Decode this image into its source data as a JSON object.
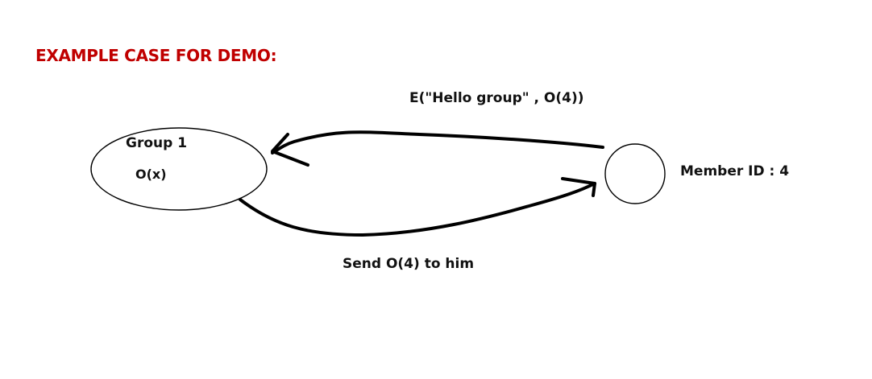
{
  "colors": {
    "title": "#c00000",
    "stroke": "#000000",
    "text": "#111111"
  },
  "title": "EXAMPLE CASE FOR DEMO:",
  "group": {
    "name": "Group 1",
    "value": "O(x)"
  },
  "member": {
    "label": "Member ID : 4"
  },
  "edges": {
    "top_label": "E(\"Hello group\" , O(4))",
    "bottom_label": "Send O(4) to him"
  }
}
